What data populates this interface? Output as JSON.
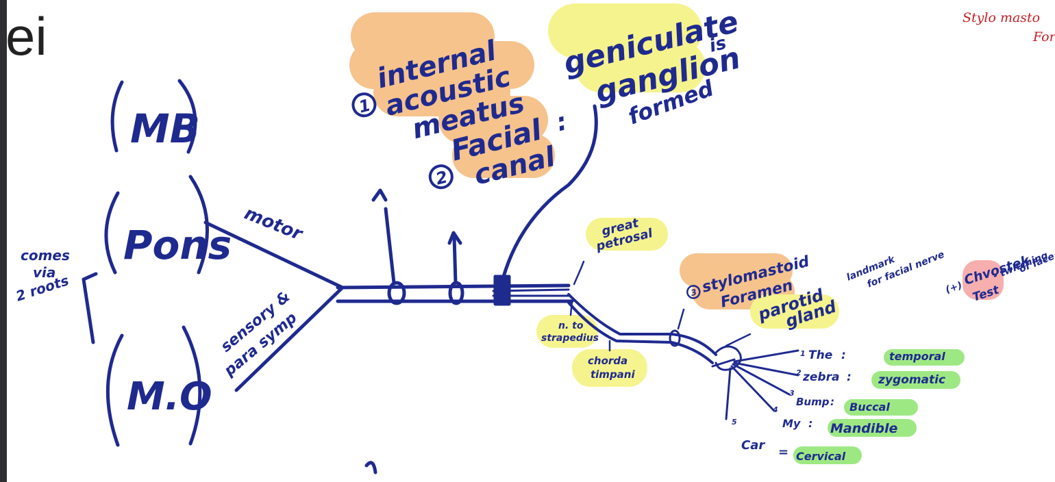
{
  "page": {
    "title_partial": "ei"
  },
  "corner_note": {
    "line1": "Stylo masto",
    "line2": "For"
  },
  "origin": {
    "brackets": [
      "MB",
      "Pons",
      "M.O"
    ],
    "roots_note": [
      "comes",
      "via",
      "2 roots"
    ],
    "motor_label": "motor",
    "sensory_label": [
      "sensory &",
      "para symp"
    ]
  },
  "course": {
    "item1": {
      "number": "1",
      "lines": [
        "internal",
        "acoustic",
        "meatus"
      ]
    },
    "item2": {
      "number": "2",
      "lines": [
        "Facial",
        "canal"
      ],
      "colon": ":"
    },
    "ganglion": {
      "lines": [
        "geniculate",
        "ganglion"
      ],
      "note": [
        "is",
        "formed"
      ]
    },
    "item3": {
      "number": "3",
      "lines": [
        "stylomastoid",
        "Foramen"
      ]
    }
  },
  "branches": {
    "great_petrosal": [
      "great",
      "petrosal"
    ],
    "n_to_stapedius": [
      "n. to",
      "strapedius"
    ],
    "chorda_tympani": [
      "chorda",
      "timpani"
    ],
    "parotid": [
      "parotid",
      "gland"
    ],
    "landmark_note": [
      "landmark",
      "for facial nerve"
    ],
    "chvostek": {
      "prefix": "(+)",
      "word": "Chvostek",
      "second": "Test",
      "note": [
        "- twitching",
        "of face"
      ]
    }
  },
  "terminal_branches": [
    {
      "num": "1",
      "mnemonic": "The",
      "name": "temporal"
    },
    {
      "num": "2",
      "mnemonic": "zebra",
      "name": "zygomatic"
    },
    {
      "num": "3",
      "mnemonic": "Bump",
      "name": "Buccal"
    },
    {
      "num": "4",
      "mnemonic": "My",
      "name": "Mandible"
    },
    {
      "num": "5",
      "mnemonic": "Car",
      "name": "Cervical"
    }
  ],
  "colors": {
    "ink": "#1f2a8f",
    "orange_highlight": "#f5b97a",
    "yellow_highlight": "#f4f27a",
    "green_highlight": "#8ee56f",
    "pink_highlight": "#f4a0a0",
    "red_ink": "#c02026"
  }
}
